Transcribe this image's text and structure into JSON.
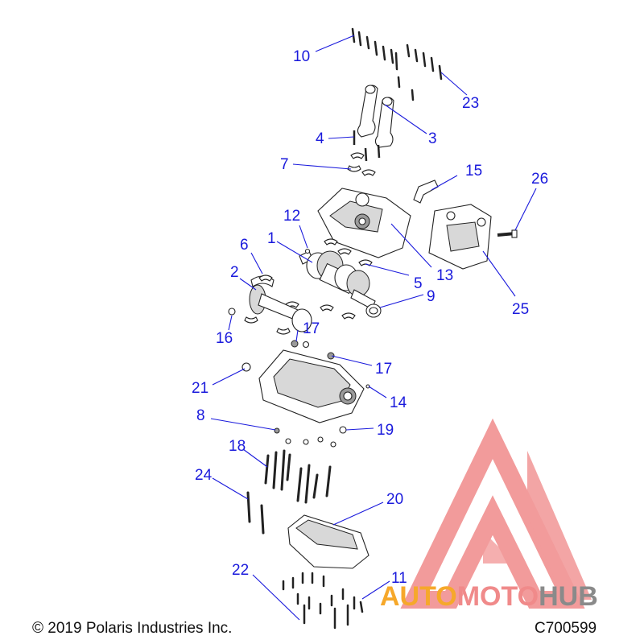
{
  "callouts": [
    "10",
    "23",
    "3",
    "4",
    "7",
    "15",
    "26",
    "12",
    "6",
    "1",
    "2",
    "5",
    "13",
    "9",
    "25",
    "16",
    "17",
    "17",
    "21",
    "14",
    "8",
    "19",
    "18",
    "24",
    "20",
    "22",
    "11"
  ],
  "footer": {
    "copyright": "© 2019 Polaris Industries Inc.",
    "code": "C700599"
  },
  "watermark": {
    "part1": "AUTO",
    "part2": "MOTO",
    "part3": "HUB",
    "color_primary": "#f08a8a",
    "color_accent": "#f6a82a",
    "color_gray": "#8a8a8a"
  },
  "colors": {
    "callout": "#1a1adc"
  }
}
